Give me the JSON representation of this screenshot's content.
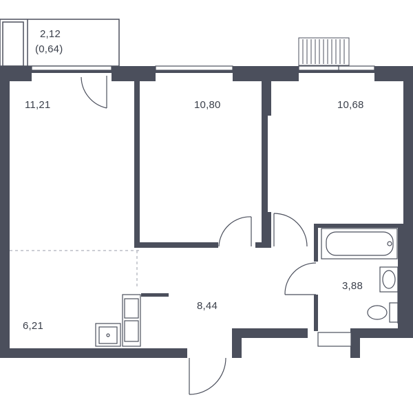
{
  "colors": {
    "wall": "#4b4f5c",
    "line": "#4b4f5c",
    "background": "#ffffff",
    "dash": "#9a9ea8"
  },
  "rooms": {
    "balcony": {
      "area": "2,12",
      "area_reduced": "(0,64)"
    },
    "kitchen_living": {
      "area": "11,21"
    },
    "bedroom_middle": {
      "area": "10,80"
    },
    "bedroom_right": {
      "area": "10,68"
    },
    "dining_zone": {
      "area": "6,21"
    },
    "hallway": {
      "area": "8,44"
    },
    "bathroom": {
      "area": "3,88"
    }
  }
}
